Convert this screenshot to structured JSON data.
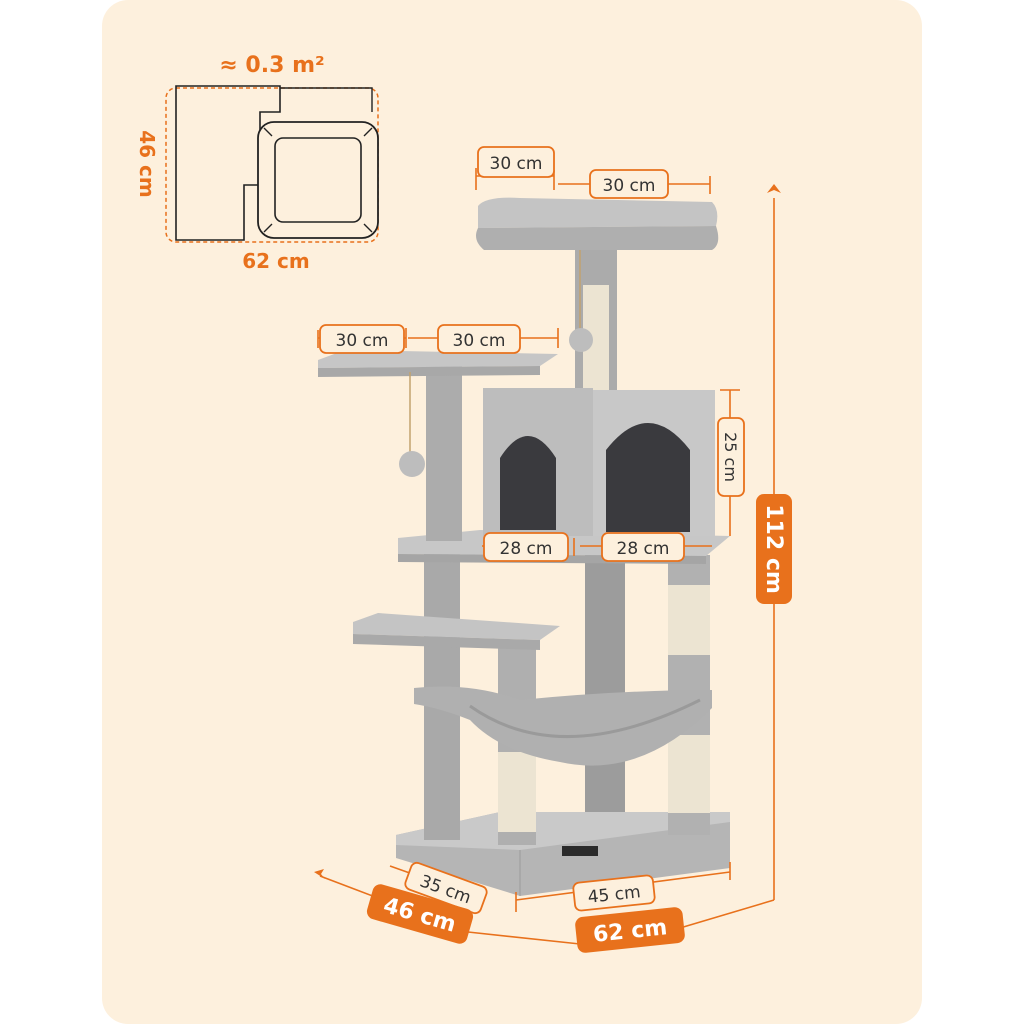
{
  "footprint": {
    "area_label": "≈ 0.3 m²",
    "depth_label": "46 cm",
    "width_label": "62 cm"
  },
  "dimensions": {
    "top_platform_depth": "30 cm",
    "top_platform_width": "30 cm",
    "side_platform_depth": "30 cm",
    "side_platform_width": "30 cm",
    "condo_height": "25 cm",
    "condo_depth": "28 cm",
    "condo_width": "28 cm",
    "total_height": "112 cm",
    "base_depth": "35 cm",
    "base_width": "45 cm",
    "overall_depth": "46 cm",
    "overall_width": "62 cm"
  },
  "colors": {
    "accent": "#e8711c",
    "background": "#fdf0dd",
    "plush": "#b8b8b8",
    "plush_dark": "#8f8f8f",
    "sisal": "#ece4d2",
    "interior": "#3a3a3e"
  }
}
